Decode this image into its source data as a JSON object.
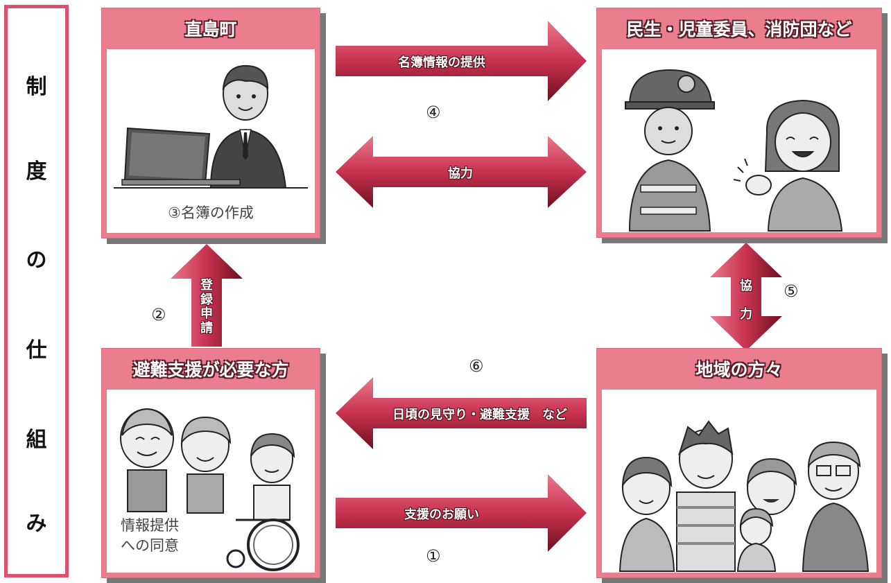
{
  "side_title": [
    "制",
    "度",
    "の",
    "仕",
    "組",
    "み"
  ],
  "boxes": {
    "town": {
      "title": "直島町",
      "caption": "③名簿の作成"
    },
    "support_org": {
      "title": "民生・児童委員、消防団など"
    },
    "needs_help": {
      "title": "避難支援が必要な方",
      "caption_line1": "情報提供",
      "caption_line2": "への同意"
    },
    "community": {
      "title": "地域の方々"
    }
  },
  "arrows": {
    "list_provide": "名簿情報の提供",
    "cooperate_top": "協力",
    "daily_watch": "日頃の見守り・避難支援　など",
    "request_support": "支援のお願い",
    "register": [
      "登",
      "録",
      "申",
      "請"
    ],
    "cooperate_right": [
      "協",
      "力"
    ]
  },
  "numbers": {
    "n1": "①",
    "n2": "②",
    "n4": "④",
    "n5": "⑤",
    "n6": "⑥"
  },
  "colors": {
    "frame": "#ea7e8e",
    "border_pink": "#e0506e",
    "arrow_dark": "#7a1020",
    "arrow_light": "#e46a7e"
  }
}
